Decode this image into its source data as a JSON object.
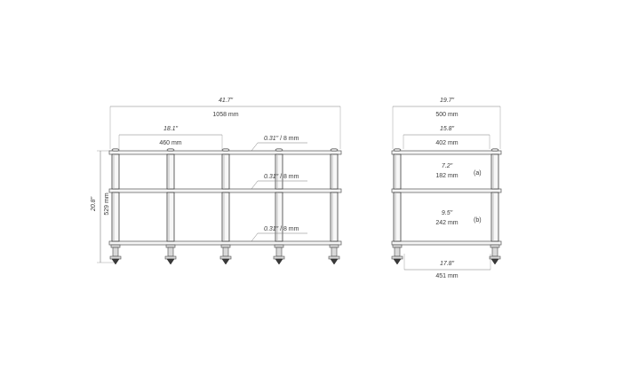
{
  "front_view": {
    "overall_width_in": "41.7\"",
    "overall_width_mm": "1058 mm",
    "bay_width_in": "18.1\"",
    "bay_width_mm": "460 mm",
    "height_in": "20.8\"",
    "height_mm": "529 mm",
    "shelf_thickness": [
      {
        "inch": "0.31\"",
        "mm": "/ 8 mm"
      },
      {
        "inch": "0.31\"",
        "mm": "/ 8 mm"
      },
      {
        "inch": "0.31\"",
        "mm": "/ 8 mm"
      }
    ]
  },
  "side_view": {
    "overall_depth_in": "19.7\"",
    "overall_depth_mm": "500 mm",
    "inner_depth_in": "15.8\"",
    "inner_depth_mm": "402 mm",
    "gap_a": {
      "inch": "7.2\"",
      "mm": "182 mm",
      "tag": "(a)"
    },
    "gap_b": {
      "inch": "9.5\"",
      "mm": "242 mm",
      "tag": "(b)"
    },
    "foot_span_in": "17.8\"",
    "foot_span_mm": "451 mm"
  },
  "colors": {
    "line": "#3c3c3c",
    "dimension": "#7d7d7d",
    "shelf_fill": "#f4f4f4",
    "spike": "#3a3a3a"
  }
}
